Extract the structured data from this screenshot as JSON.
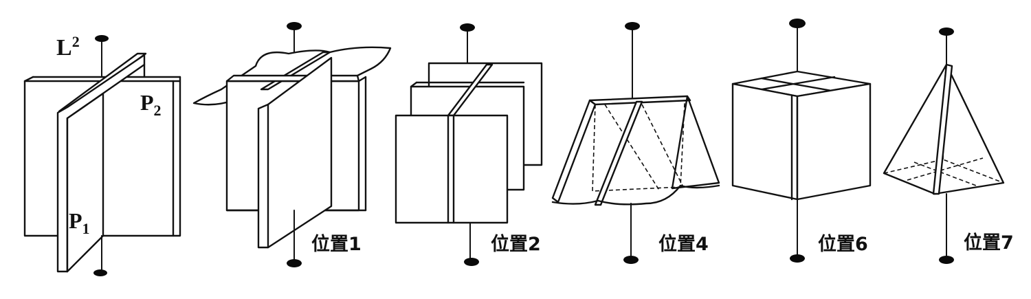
{
  "figure": {
    "fig1": {
      "axis_label_main": "L",
      "axis_label_sup": "2",
      "plane1_main": "P",
      "plane1_sub": "1",
      "plane2_main": "P",
      "plane2_sub": "2"
    },
    "captions": {
      "pos1": "位置1",
      "pos2": "位置2",
      "pos4": "位置4",
      "pos6": "位置6",
      "pos7": "位置7"
    }
  }
}
